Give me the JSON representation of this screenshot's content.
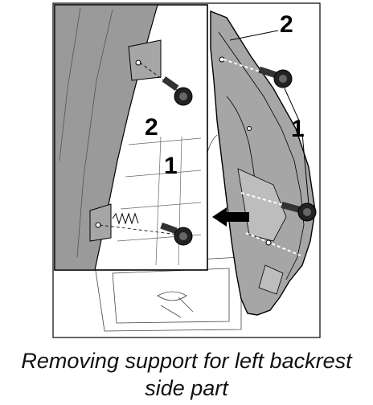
{
  "callouts": {
    "label_2_top": "2",
    "label_1_right": "1",
    "label_2_inset": "2",
    "label_1_inset": "1"
  },
  "caption": {
    "line1": "Removing support for left backrest",
    "line2": "side part"
  },
  "colors": {
    "panel_gray": "#9a9a9a",
    "bracket_gray": "#a6a6a6",
    "line": "#000000",
    "background": "#ffffff"
  }
}
